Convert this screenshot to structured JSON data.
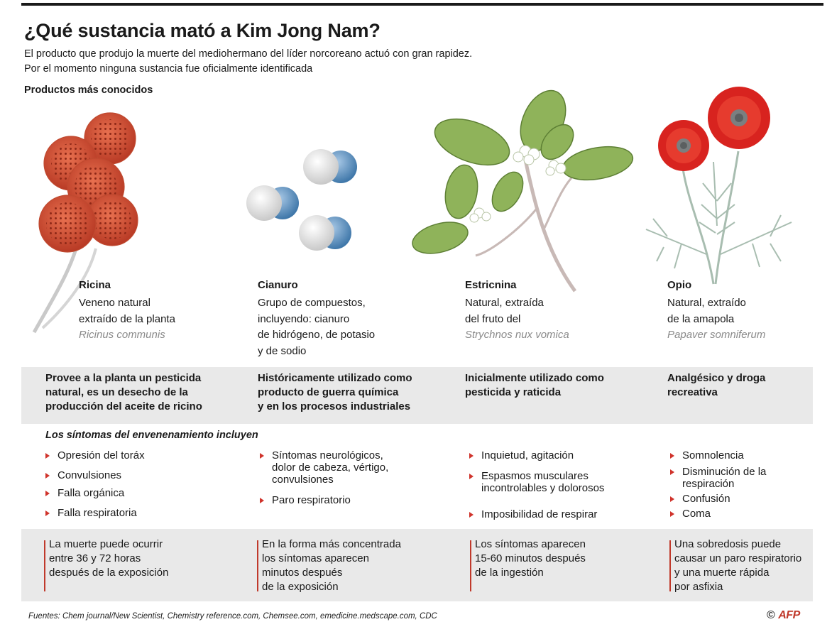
{
  "title": "¿Qué sustancia mató a Kim Jong Nam?",
  "subtitle_line1": "El producto que produjo la muerte del mediohermano del líder norcoreano actuó con gran rapidez.",
  "subtitle_line2": "Por el momento ninguna sustancia fue oficialmente identificada",
  "section_label": "Productos más conocidos",
  "symptoms_heading": "Los síntomas del envenenamiento incluyen",
  "substances": [
    {
      "name": "Ricina",
      "desc": [
        "Veneno natural",
        "extraído de la planta"
      ],
      "scientific": "Ricinus communis",
      "usage": [
        "Provee a la planta un pesticida",
        "natural, es un desecho de la",
        "producción del aceite de ricino"
      ],
      "symptoms": [
        "Opresión del toráx",
        "Convulsiones",
        "Falla orgánica",
        "Falla respiratoria"
      ],
      "death": [
        "La muerte puede ocurrir",
        "entre 36 y 72 horas",
        "después de la exposición"
      ]
    },
    {
      "name": "Cianuro",
      "desc": [
        "Grupo de compuestos,",
        "incluyendo: cianuro",
        "de hidrógeno, de potasio",
        "y de sodio"
      ],
      "scientific": "",
      "usage": [
        "Históricamente utilizado como",
        "producto de guerra química",
        "y en los procesos industriales"
      ],
      "symptoms": [
        "Síntomas neurológicos, dolor de cabeza, vértigo, convulsiones",
        "Paro respiratorio"
      ],
      "death": [
        "En la forma más concentrada",
        "los síntomas aparecen",
        "minutos después",
        "de la exposición"
      ]
    },
    {
      "name": "Estricnina",
      "desc": [
        "Natural, extraída",
        "del fruto del"
      ],
      "scientific": "Strychnos nux vomica",
      "usage": [
        "Inicialmente utilizado como",
        "pesticida y raticida"
      ],
      "symptoms": [
        "Inquietud, agitación",
        "Espasmos musculares incontrolables y dolorosos",
        "Imposibilidad de respirar"
      ],
      "death": [
        "Los síntomas aparecen",
        "15-60 minutos después",
        "de la ingestión"
      ]
    },
    {
      "name": "Opio",
      "desc": [
        "Natural, extraído",
        "de la amapola"
      ],
      "scientific": "Papaver somniferum",
      "usage": [
        "Analgésico y droga",
        "recreativa"
      ],
      "symptoms": [
        "Somnolencia",
        "Disminución de la respiración",
        "Confusión",
        "Coma"
      ],
      "death": [
        "Una sobredosis puede",
        "causar un paro respiratorio",
        "y una muerte rápida",
        "por asfixia"
      ]
    }
  ],
  "footer": "Fuentes: Chem journal/New Scientist, Chemistry reference.com, Chemsee.com, emedicine.medscape.com, CDC",
  "logo_copyright": "©",
  "logo_text": "AFP",
  "colors": {
    "accent_red": "#d0342c",
    "band_gray": "#e9e9e9",
    "leaf_green": "#8fb35a",
    "poppy_red": "#d8231f",
    "ricin_red": "#d9533a",
    "sphere_blue": "#4e86b8"
  },
  "illustrations": [
    "ricinus-fruit-illustration",
    "cyanide-molecules-illustration",
    "strychnos-branch-illustration",
    "poppy-flowers-illustration"
  ]
}
